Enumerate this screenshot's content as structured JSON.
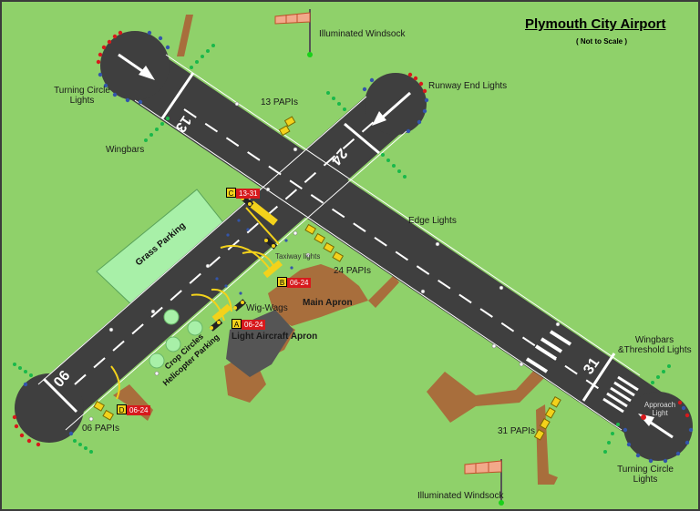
{
  "title": "Plymouth City Airport",
  "subtitle": "( Not to Scale )",
  "runways": {
    "r13_label": "13",
    "r31_label": "31",
    "r06_label": "06",
    "r24_label": "24"
  },
  "labels": {
    "windsock_top": "Illuminated Windsock",
    "windsock_bottom": "Illuminated Windsock",
    "turning_circle_nw_1": "Turning Circle",
    "turning_circle_nw_2": "Lights",
    "wingbars_nw": "Wingbars",
    "papis_13": "13 PAPIs",
    "runway_end_lights": "Runway End Lights",
    "edge_lights": "Edge Lights",
    "papis_24": "24 PAPIs",
    "taxiway_lights": "Taxiway lights",
    "grass_parking": "Grass Parking",
    "wig_wags": "Wig-Wags",
    "main_apron": "Main Apron",
    "light_aircraft_apron": "Light Aircraft Apron",
    "crop_circles": "Crop Circles",
    "helicopter_parking": "Helicopter Parking",
    "wingbars_se_1": "Wingbars",
    "wingbars_se_2": "&Threshold Lights",
    "approach_light_1": "Approach",
    "approach_light_2": "Light",
    "papis_06": "06 PAPIs",
    "papis_31": "31 PAPIs",
    "turning_circle_se_1": "Turning Circle",
    "turning_circle_se_2": "Lights"
  },
  "holding_points": {
    "c": {
      "letter": "C",
      "text": "13-31"
    },
    "b": {
      "letter": "B",
      "text": "06-24"
    },
    "a": {
      "letter": "A",
      "text": "06-24"
    },
    "d": {
      "letter": "D",
      "text": "06-24"
    }
  },
  "colors": {
    "grass": "#8fd16a",
    "runway": "#3f3f3f",
    "apron": "#a86e3c",
    "grass_parking": "#a8f0a8",
    "yellow": "#f3d21b",
    "tag_red": "#d7191c"
  }
}
